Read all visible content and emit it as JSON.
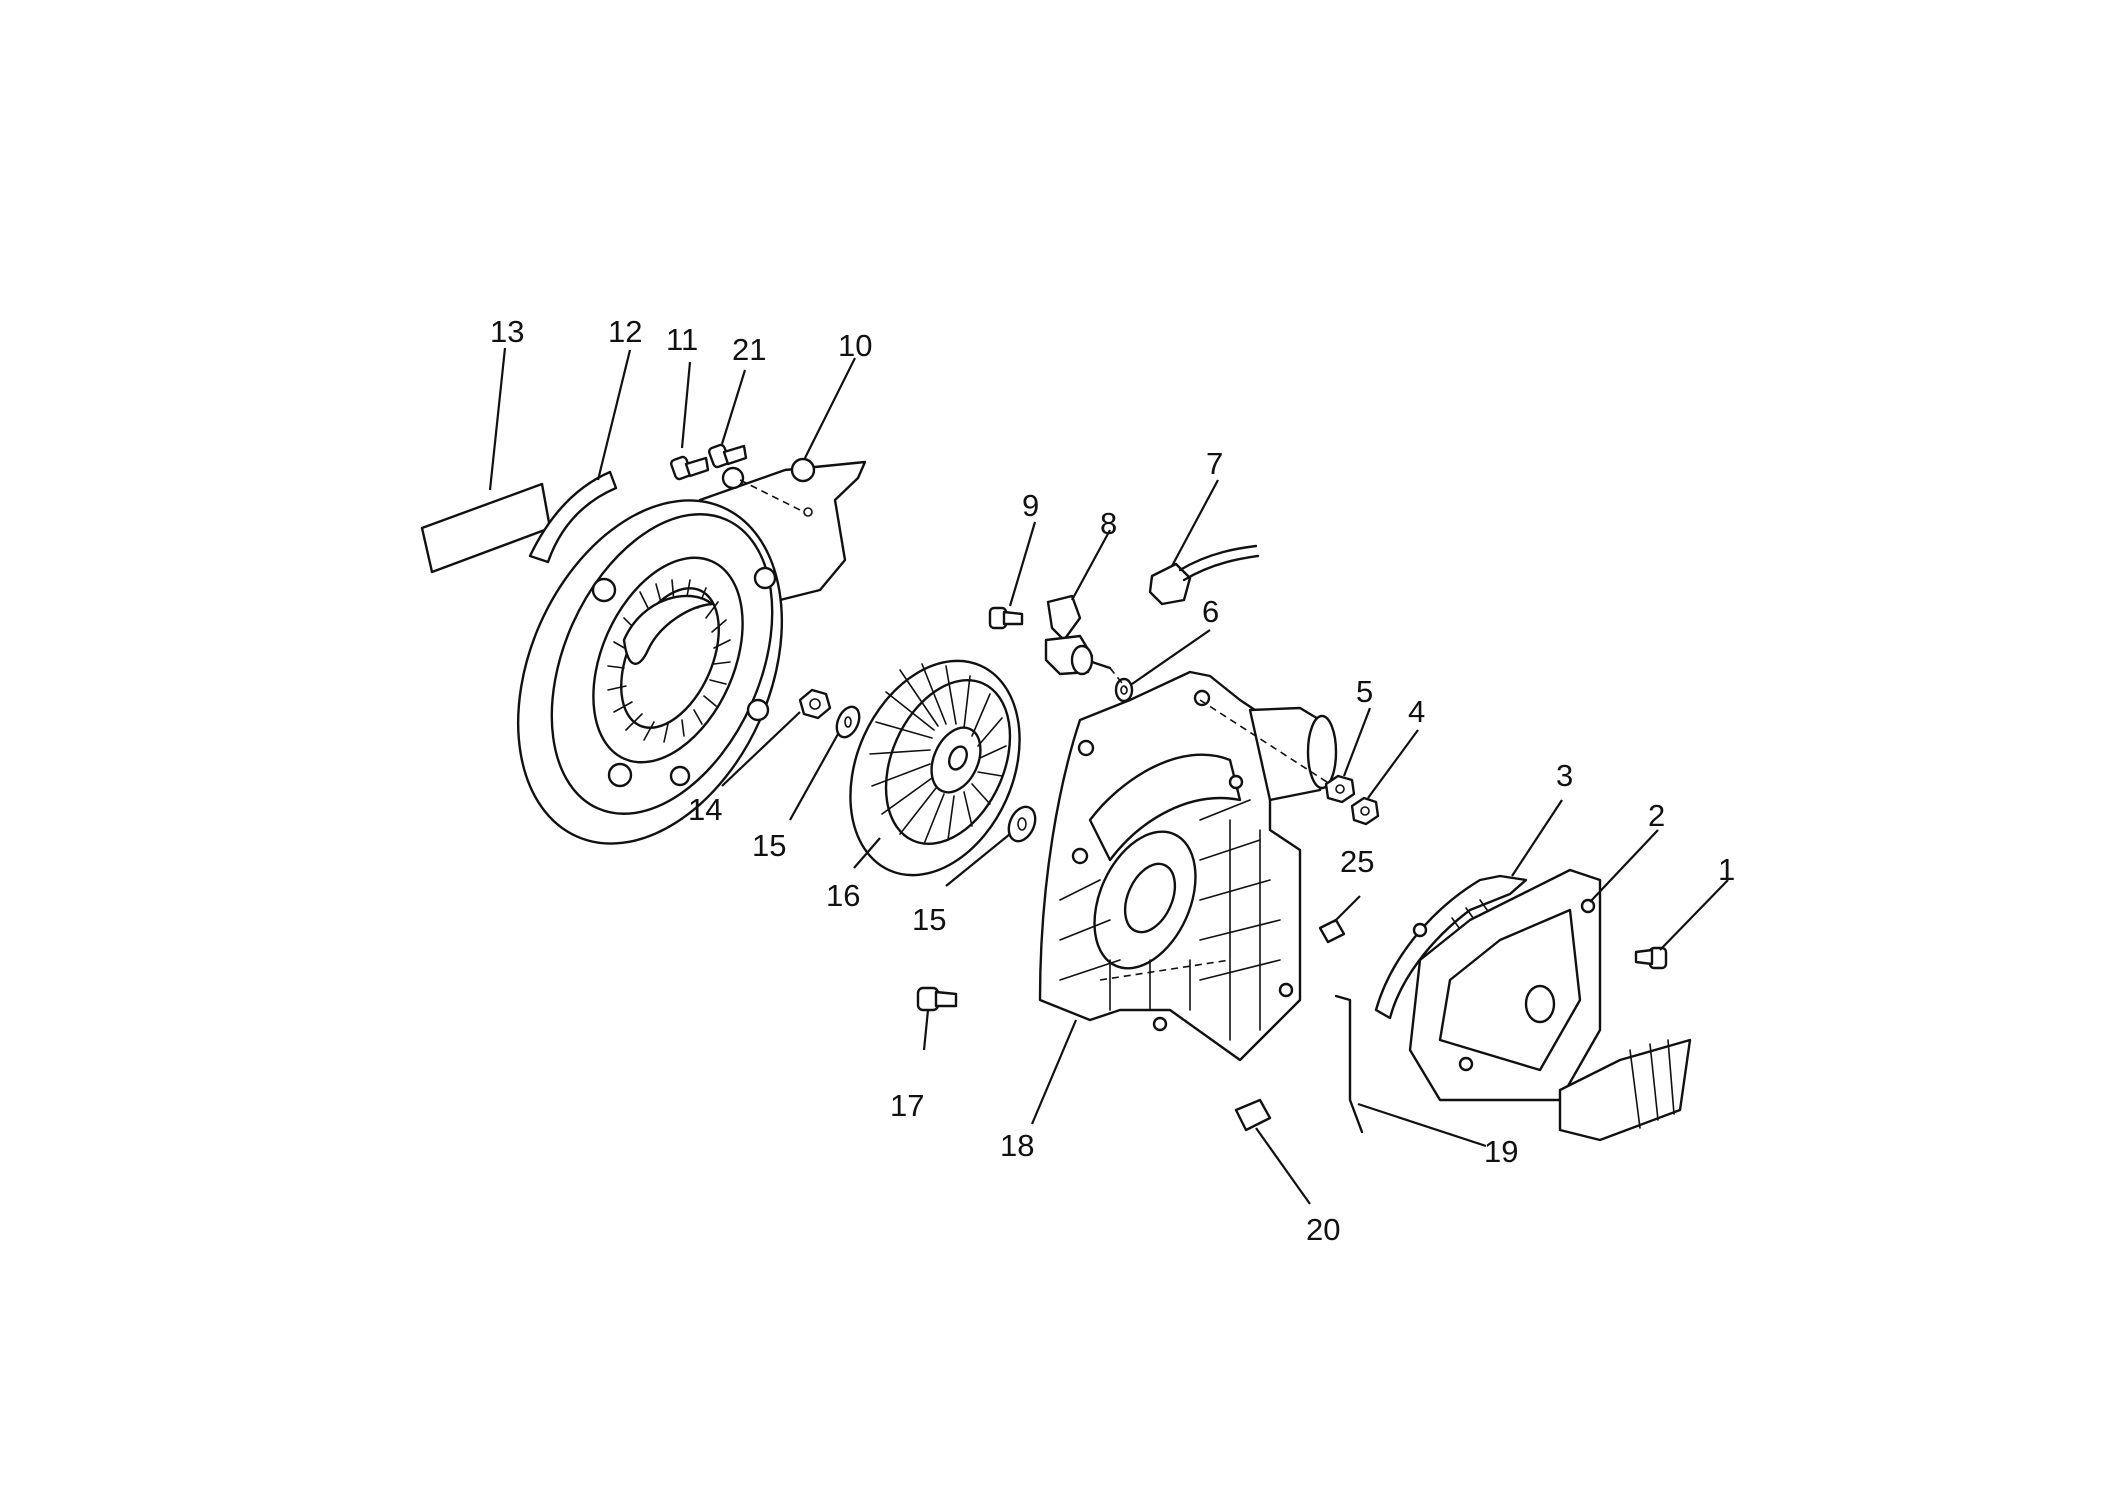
{
  "diagram": {
    "callouts": [
      {
        "id": "c13",
        "label": "13"
      },
      {
        "id": "c12",
        "label": "12"
      },
      {
        "id": "c11",
        "label": "11"
      },
      {
        "id": "c21",
        "label": "21"
      },
      {
        "id": "c10",
        "label": "10"
      },
      {
        "id": "c9",
        "label": "9"
      },
      {
        "id": "c8",
        "label": "8"
      },
      {
        "id": "c7",
        "label": "7"
      },
      {
        "id": "c6",
        "label": "6"
      },
      {
        "id": "c5",
        "label": "5"
      },
      {
        "id": "c4",
        "label": "4"
      },
      {
        "id": "c3",
        "label": "3"
      },
      {
        "id": "c2",
        "label": "2"
      },
      {
        "id": "c1",
        "label": "1"
      },
      {
        "id": "c25",
        "label": "25"
      },
      {
        "id": "c14",
        "label": "14"
      },
      {
        "id": "c15a",
        "label": "15"
      },
      {
        "id": "c16",
        "label": "16"
      },
      {
        "id": "c15b",
        "label": "15"
      },
      {
        "id": "c17",
        "label": "17"
      },
      {
        "id": "c18",
        "label": "18"
      },
      {
        "id": "c19",
        "label": "19"
      },
      {
        "id": "c20",
        "label": "20"
      }
    ]
  }
}
